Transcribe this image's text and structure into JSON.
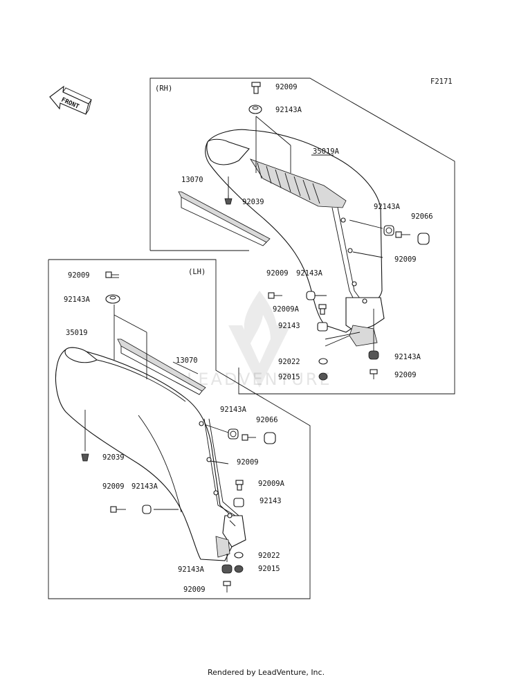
{
  "figure_code": "F2171",
  "front_arrow_label": "FRONT",
  "rh_label": "(RH)",
  "lh_label": "(LH)",
  "footer": "Rendered by LeadVenture, Inc.",
  "watermark": "LEADVENTURE",
  "rh_parts": {
    "p1": "92009",
    "p2": "92143A",
    "p3": "35019A",
    "p4": "13070",
    "p5": "92039",
    "p6": "92143A",
    "p7": "92066",
    "p8": "92009",
    "p9": "92009",
    "p10": "92143A",
    "p11": "92009A",
    "p12": "92143",
    "p13": "92022",
    "p14": "92015",
    "p15": "92143A",
    "p16": "92009"
  },
  "lh_parts": {
    "p1": "92009",
    "p2": "92143A",
    "p3": "35019",
    "p4": "13070",
    "p5": "92143A",
    "p6": "92066",
    "p7": "92039",
    "p8": "92009",
    "p9": "92009",
    "p10": "92143A",
    "p11": "92009A",
    "p12": "92143",
    "p13": "92022",
    "p14": "92143A",
    "p15": "92015",
    "p16": "92009"
  }
}
